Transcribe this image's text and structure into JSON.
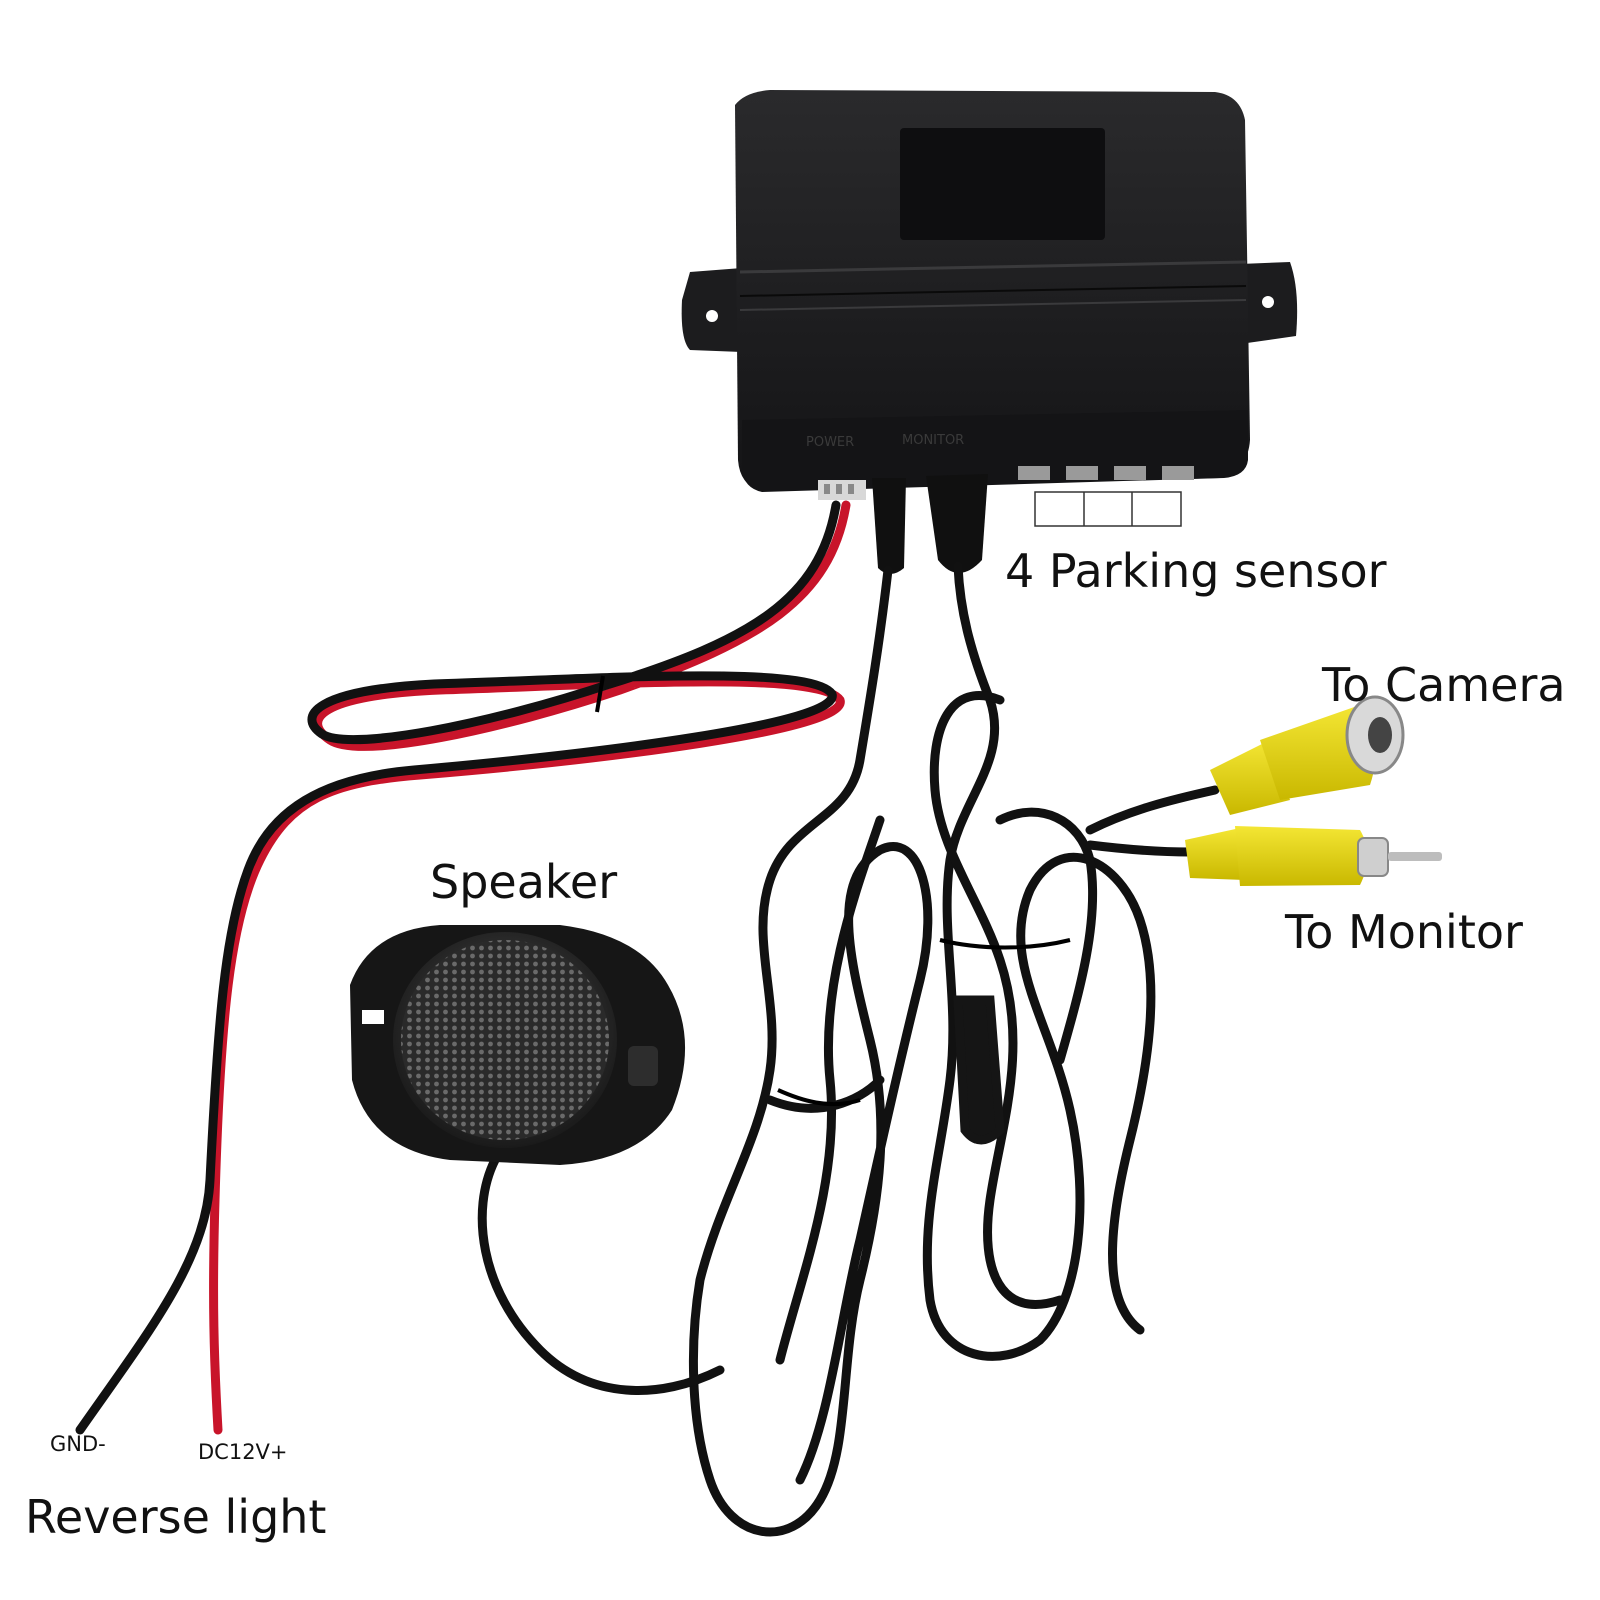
{
  "labels": {
    "parking_sensor": "4 Parking sensor",
    "to_camera": "To Camera",
    "to_monitor": "To Monitor",
    "speaker": "Speaker",
    "gnd": "GND-",
    "dc12v": "DC12V+",
    "reverse_light": "Reverse light"
  },
  "box_port_labels": {
    "power": "POWER",
    "monitor": "MONITOR"
  },
  "colors": {
    "box": "#1b1b1d",
    "cable_black": "#111111",
    "cable_red": "#c8142a",
    "rca_yellow": "#e8d800",
    "text": "#111111"
  }
}
